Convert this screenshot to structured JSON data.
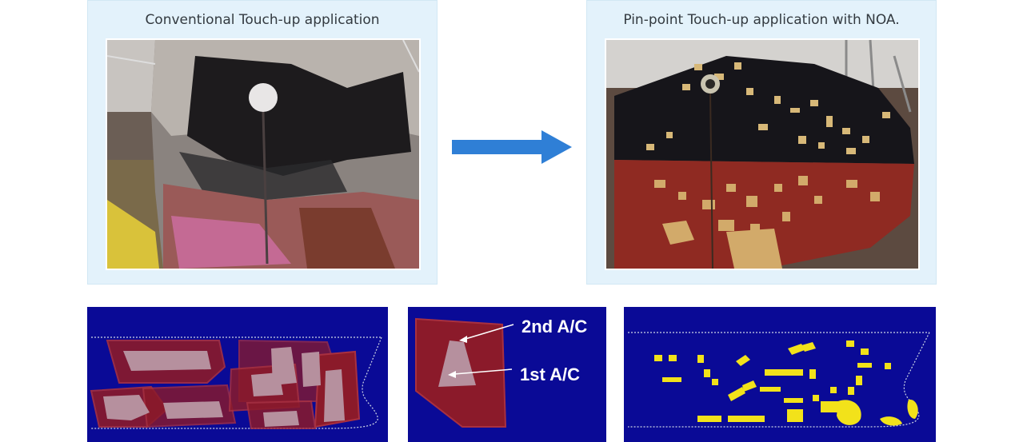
{
  "panels": {
    "left_title": "Conventional Touch-up application",
    "right_title": "Pin-point Touch-up application with NOA."
  },
  "labels": {
    "second_coat": "2nd A/C",
    "first_coat": "1st A/C"
  },
  "colors": {
    "panel_bg": "#e3f2fb",
    "arrow": "#2f7fd6",
    "diagram_bg": "#0a0a96",
    "hull_red": "#8b1a2a",
    "touchup_yellow": "#f2e21a",
    "hull_black": "#15141a"
  },
  "icons": {
    "arrow": "right-arrow-icon"
  }
}
